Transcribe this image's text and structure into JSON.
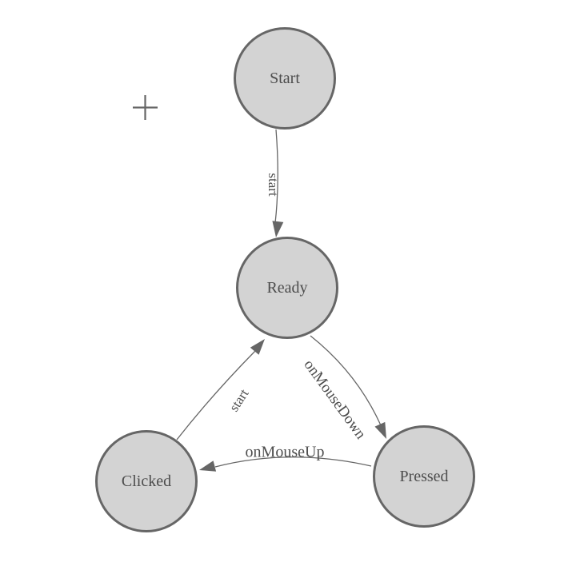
{
  "colors": {
    "background": "#ffffff",
    "node_fill": "#d3d3d3",
    "node_border": "#666666",
    "edge": "#666666",
    "text": "#4d4d4d"
  },
  "diagram": {
    "type": "state-machine",
    "nodes": [
      {
        "id": "start",
        "label": "Start"
      },
      {
        "id": "ready",
        "label": "Ready"
      },
      {
        "id": "clicked",
        "label": "Clicked"
      },
      {
        "id": "pressed",
        "label": "Pressed"
      }
    ],
    "edges": [
      {
        "from": "Start",
        "to": "Ready",
        "label": "start"
      },
      {
        "from": "Ready",
        "to": "Pressed",
        "label": "onMouseDown"
      },
      {
        "from": "Pressed",
        "to": "Clicked",
        "label": "onMouseUp"
      },
      {
        "from": "Clicked",
        "to": "Ready",
        "label": "start"
      }
    ],
    "icons": {
      "plus": "+"
    }
  }
}
